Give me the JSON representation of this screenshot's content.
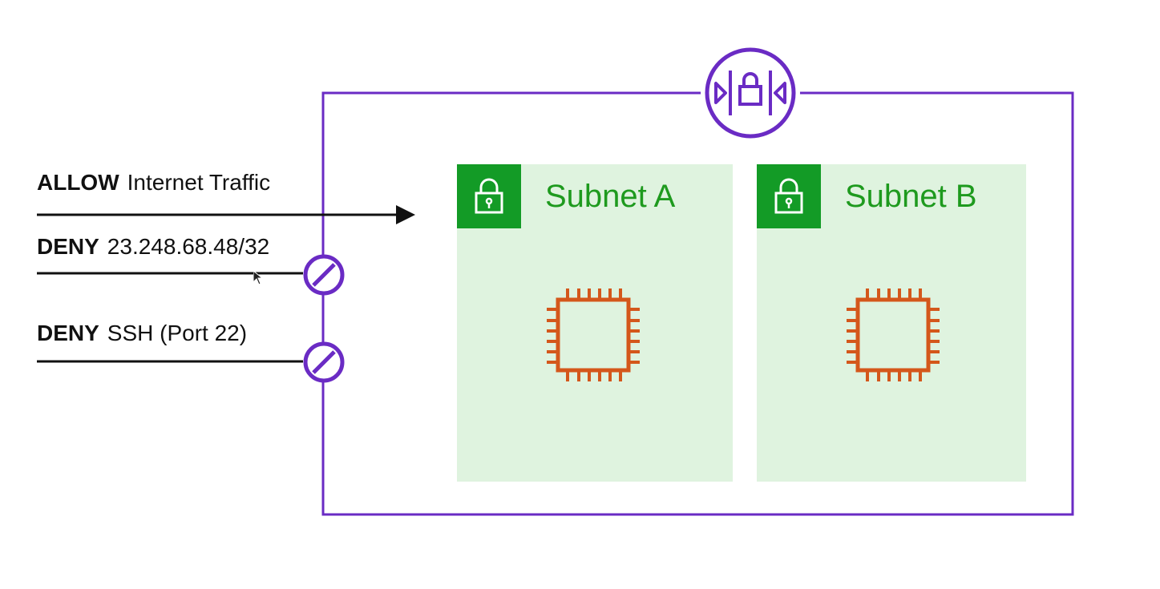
{
  "diagram": {
    "gateway": {
      "icon": "network-acl-lock-icon"
    },
    "rules": [
      {
        "action": "ALLOW",
        "target": "Internet Traffic",
        "result": "allowed",
        "indicator": "arrow-right-icon"
      },
      {
        "action": "DENY",
        "target": "23.248.68.48/32",
        "result": "blocked",
        "indicator": "prohibited-icon"
      },
      {
        "action": "DENY",
        "target": "SSH (Port 22)",
        "result": "blocked",
        "indicator": "prohibited-icon"
      }
    ],
    "subnets": [
      {
        "label": "Subnet A",
        "badge_icon": "padlock-icon",
        "instance_icon": "cpu-chip-icon"
      },
      {
        "label": "Subnet B",
        "badge_icon": "padlock-icon",
        "instance_icon": "cpu-chip-icon"
      }
    ],
    "colors": {
      "vpc_border": "#6a2bc4",
      "subnet_fill": "#dff3df",
      "subnet_badge": "#139b26",
      "subnet_text": "#1e9a1e",
      "chip": "#d4571b",
      "rule_line": "#111111"
    }
  }
}
